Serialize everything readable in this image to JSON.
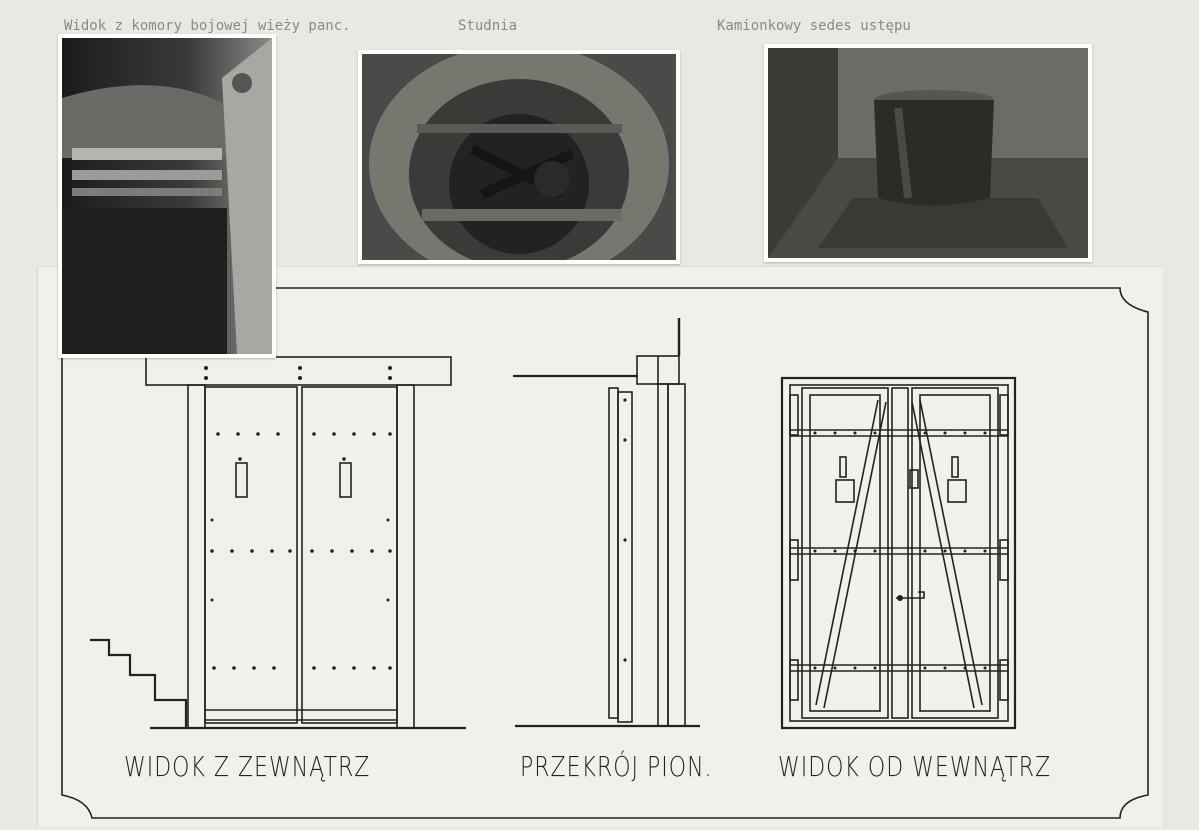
{
  "captions": [
    "Widok z komory bojowej wieży panc.",
    "Studnia",
    "Kamionkowy sedes ustępu"
  ],
  "drawing_labels": [
    "WIDOK Z ZEWNĄTRZ",
    "PRZEKRÓJ PION.",
    "WIDOK OD WEWNĄTRZ"
  ],
  "colors": {
    "paper": "#e9e8e2",
    "sheet": "#f1f0ea",
    "ink": "#222222",
    "caption_gray": "#8a8a86"
  }
}
